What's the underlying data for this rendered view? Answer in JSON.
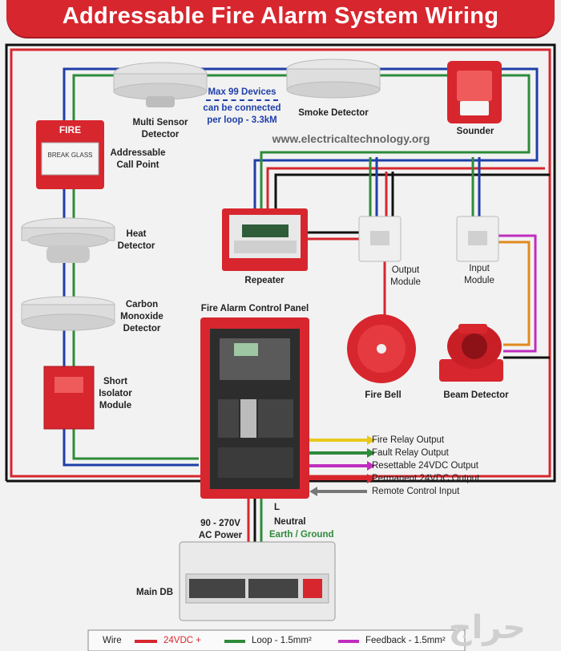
{
  "title": "Addressable Fire Alarm System Wiring",
  "website": "www.electricaltechnology.org",
  "loop_note": [
    "Max 99 Devices",
    "can be connected",
    "per loop - 3.3kM"
  ],
  "devices": {
    "multi_sensor": [
      "Multi Sensor",
      "Detector"
    ],
    "smoke_detector": "Smoke Detector",
    "sounder": "Sounder",
    "call_point": [
      "Addressable",
      "Call Point"
    ],
    "call_point_sign": "FIRE",
    "call_point_glass": "BREAK GLASS",
    "heat_detector": [
      "Heat",
      "Detector"
    ],
    "co_detector": [
      "Carbon",
      "Monoxide",
      "Detector"
    ],
    "isolator": [
      "Short",
      "Isolator",
      "Module"
    ],
    "repeater": "Repeater",
    "output_module": [
      "Output",
      "Module"
    ],
    "input_module": [
      "Input",
      "Module"
    ],
    "control_panel": "Fire Alarm Control Panel",
    "fire_bell": "Fire Bell",
    "beam_detector": "Beam Detector",
    "main_db": "Main DB",
    "ac_power": [
      "90 - 270V",
      "AC Power"
    ]
  },
  "panel_outputs": [
    "Fire Relay Output",
    "Fault Relay Output",
    "Resettable 24VDC Output",
    "Permanent 24VDC Output",
    "Remote Control Input"
  ],
  "power_lines": {
    "line": "L",
    "neutral": "Neutral",
    "earth": "Earth / Ground"
  },
  "legend": {
    "wire": "Wire",
    "v24": "24VDC +",
    "loop": "Loop - 1.5mm²",
    "feedback": "Feedback - 1.5mm²"
  },
  "watermark": "حراج",
  "colors": {
    "red": "#d7262e",
    "blue": "#1f3fa8",
    "green": "#2e8b3a",
    "black": "#111111",
    "yellow": "#e8c81c",
    "magenta": "#c02dbf",
    "orange": "#e08a1e",
    "grey": "#777777"
  }
}
